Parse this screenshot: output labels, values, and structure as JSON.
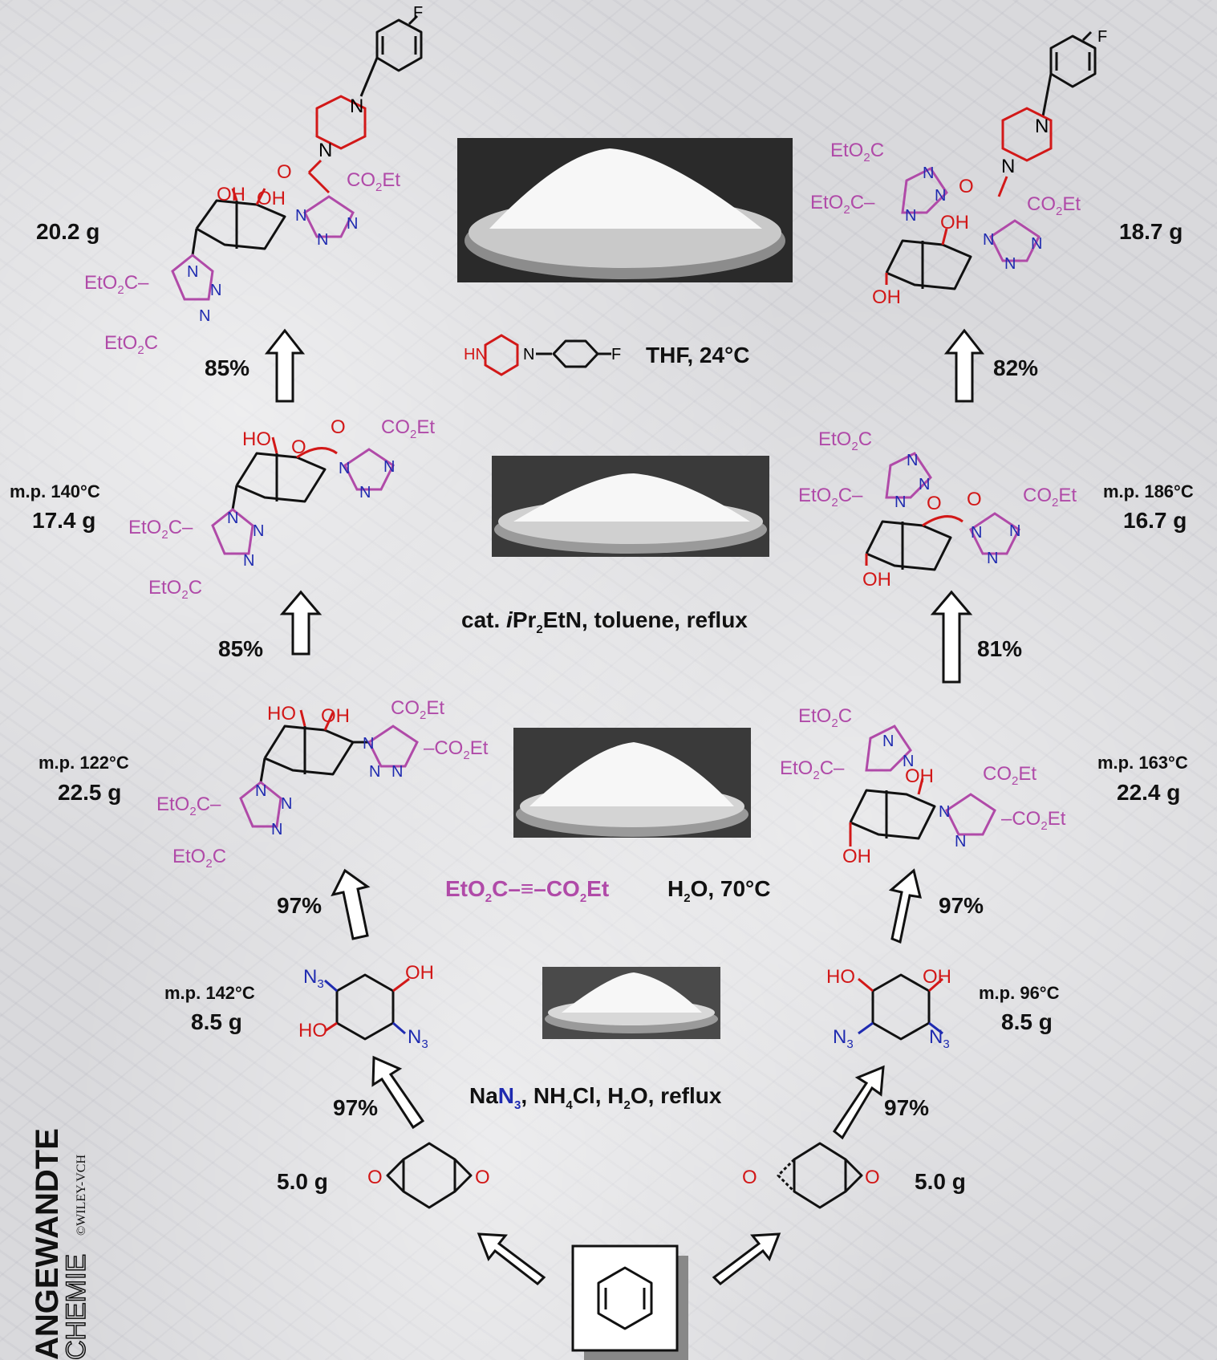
{
  "left": {
    "yields": [
      "85%",
      "85%",
      "97%",
      "97%"
    ],
    "step4": {
      "mass": "20.2 g"
    },
    "step3": {
      "mp": "m.p. 140°C",
      "mass": "17.4 g"
    },
    "step2": {
      "mp": "m.p. 122°C",
      "mass": "22.5 g"
    },
    "step1": {
      "mp": "m.p. 142°C",
      "mass": "8.5 g"
    },
    "start": {
      "mass": "5.0 g"
    }
  },
  "right": {
    "yields": [
      "82%",
      "81%",
      "97%",
      "97%"
    ],
    "step4": {
      "mass": "18.7 g"
    },
    "step3": {
      "mp": "m.p. 186°C",
      "mass": "16.7 g"
    },
    "step2": {
      "mp": "m.p. 163°C",
      "mass": "22.4 g"
    },
    "step1": {
      "mp": "m.p. 96°C",
      "mass": "8.5 g"
    },
    "start": {
      "mass": "5.0 g"
    }
  },
  "conditions": {
    "c1": "NaN3, NH4Cl, H2O, reflux",
    "c2_reagent": "EtO2C–≡–CO2Et",
    "c2": "H2O, 70°C",
    "c3": "cat. iPr2EtN, toluene, reflux",
    "c4": "THF, 24°C"
  },
  "labels": {
    "co2et": "CO2Et",
    "eto2c": "EtO2C",
    "oh": "OH",
    "ho": "HO",
    "n3": "N3",
    "n": "N",
    "o": "O",
    "f": "F",
    "hn": "HN"
  },
  "logo": {
    "line1": "ANGEWANDTE",
    "line2": "CHEMIE",
    "copyright": "©WILEY-VCH"
  },
  "colors": {
    "ester": "#b04aa8",
    "hydroxyl": "#d21818",
    "azide": "#1f2bb0"
  }
}
